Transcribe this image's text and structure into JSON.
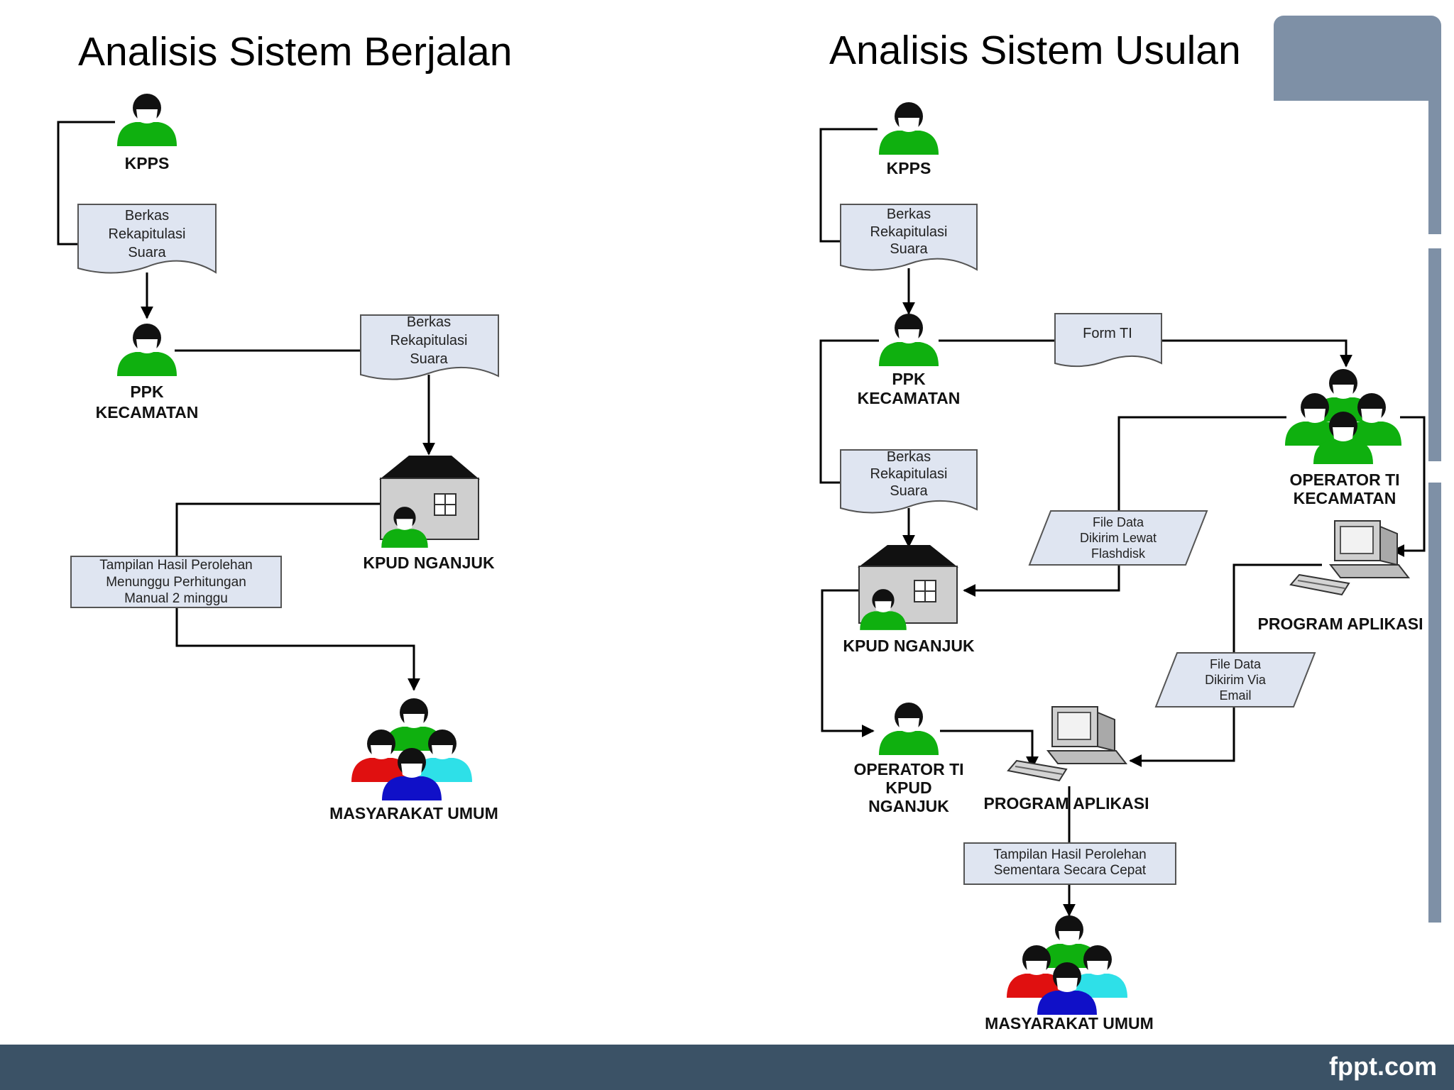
{
  "slide": {
    "left_title": "Analisis Sistem Berjalan",
    "right_title": "Analisis Sistem Usulan",
    "brand": "fppt.com"
  },
  "left": {
    "kpps": "KPPS",
    "doc1": [
      "Berkas",
      "Rekapitulasi",
      "Suara"
    ],
    "ppk": [
      "PPK",
      "KECAMATAN"
    ],
    "doc2": [
      "Berkas",
      "Rekapitulasi",
      "Suara"
    ],
    "kpud": "KPUD NGANJUK",
    "result": [
      "Tampilan Hasil Perolehan",
      "Menunggu Perhitungan",
      "Manual 2 minggu"
    ],
    "public": "MASYARAKAT UMUM"
  },
  "right": {
    "kpps": "KPPS",
    "doc1": [
      "Berkas",
      "Rekapitulasi",
      "Suara"
    ],
    "ppk": [
      "PPK",
      "KECAMATAN"
    ],
    "form": "Form TI",
    "operator_kec": [
      "OPERATOR TI",
      "KECAMATAN"
    ],
    "doc2": [
      "Berkas",
      "Rekapitulasi",
      "Suara"
    ],
    "flashdisk": [
      "File Data",
      "Dikirim Lewat",
      "Flashdisk"
    ],
    "program1": "PROGRAM APLIKASI",
    "kpud": "KPUD NGANJUK",
    "email": [
      "File Data",
      "Dikirim Via",
      "Email"
    ],
    "operator_kpud": [
      "OPERATOR TI",
      "KPUD",
      "NGANJUK"
    ],
    "program2": "PROGRAM APLIKASI",
    "result": [
      "Tampilan Hasil Perolehan",
      "Sementara Secara Cepat"
    ],
    "public": "MASYARAKAT UMUM"
  },
  "colors": {
    "person_green": "#0fb00f",
    "group_red": "#e01010",
    "group_cyan": "#2ee0e8",
    "group_blue": "#1010c8",
    "shape_fill": "#dfe5f1",
    "footer": "#3b5266"
  }
}
